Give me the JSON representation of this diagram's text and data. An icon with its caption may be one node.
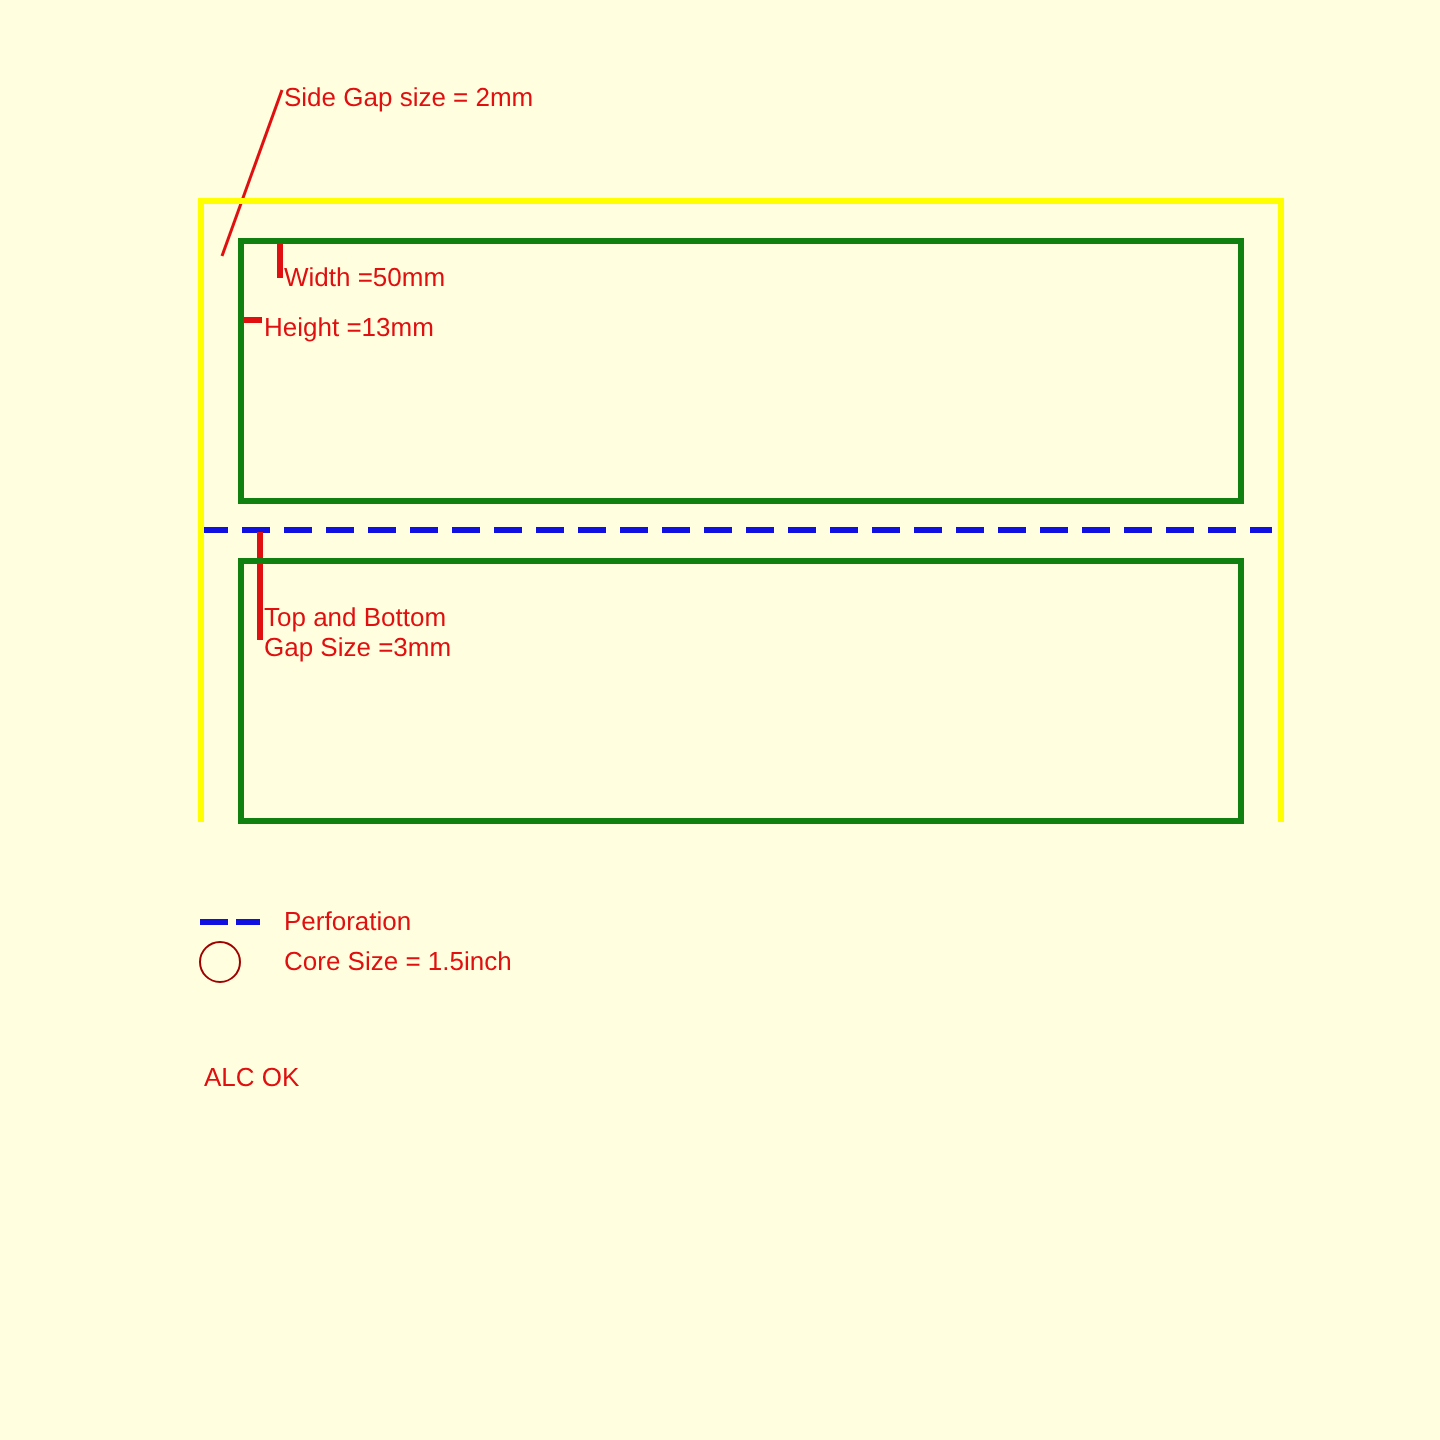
{
  "diagram": {
    "nodes": [
      {
        "text": [],
        "shape": "box"
      },
      {
        "text": [],
        "shape": "box",
        "in": 0
      },
      {
        "text": [],
        "shape": "box",
        "in": 0
      },
      {
        "text": [
          "Side Gap size = 2mm"
        ]
      }
    ],
    "edges": [
      {
        "from": 3,
        "to": 0,
        "arrow": "none"
      }
    ],
    "labels": [
      "Width =50mm",
      "Height =13mm",
      "Top and Bottom Gap Size =3mm",
      "ALC OK"
    ],
    "legend": [
      {
        "text": "Perforation"
      },
      {
        "text": "Core Size = 1.5inch"
      }
    ]
  }
}
